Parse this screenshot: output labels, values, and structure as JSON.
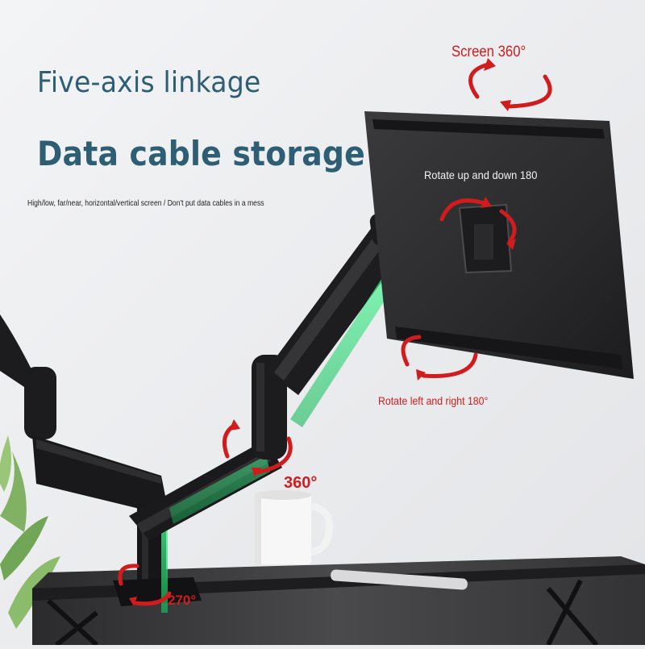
{
  "headline": {
    "line1": "Five-axis linkage",
    "line2": "Data cable storage",
    "subtitle": "High/low, far/near, horizontal/vertical screen / Don't put data cables in a mess"
  },
  "labels": {
    "screen_rotation": "Screen 360°",
    "tilt": "Rotate up and down 180",
    "swivel": "Rotate left and right 180°",
    "arm_rotation": "360°",
    "base_rotation": "270°"
  },
  "colors": {
    "headline": "#2e5e73",
    "label_red": "#d01c1c",
    "cable_green": "#2ecc71",
    "arm_black": "#1b1b1d",
    "background": "#ecedef"
  },
  "icons": [
    "rotation-arrow-icon",
    "mug-icon",
    "monitor-icon"
  ]
}
